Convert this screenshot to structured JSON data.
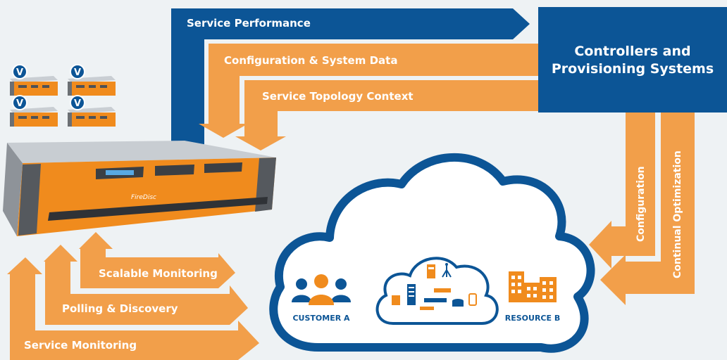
{
  "colors": {
    "navy": "#0c5596",
    "orange": "#f29f4a",
    "device_orange": "#f08b1d",
    "background": "#eef2f4",
    "white": "#ffffff"
  },
  "arrows": {
    "service_performance": "Service Performance",
    "configuration_system_data": "Configuration & System Data",
    "service_topology_context": "Service Topology Context",
    "configuration": "Configuration",
    "continual_optimization": "Continual Optimization",
    "scalable_monitoring": "Scalable Monitoring",
    "polling_discovery": "Polling & Discovery",
    "service_monitoring": "Service Monitoring"
  },
  "controllers_box": {
    "line1": "Controllers and",
    "line2": "Provisioning Systems"
  },
  "cloud": {
    "customer_label": "CUSTOMER A",
    "resource_label": "RESOURCE B"
  },
  "virtual_badge": "V",
  "icons": {
    "customer": "people-group-icon",
    "resource": "buildings-icon",
    "inner_cloud": "network-devices-icon",
    "appliance": "server-appliance-icon",
    "virtual": "virtual-appliance-icon"
  }
}
